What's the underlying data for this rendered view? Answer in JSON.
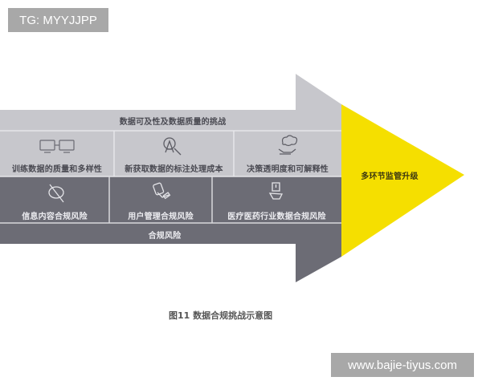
{
  "watermarks": {
    "top_left": "TG: MYYJJPP",
    "bottom_right": "www.bajie-tiyus.com"
  },
  "colors": {
    "light_gray": "#c7c7cc",
    "light_gray_band": "#c2c2c7",
    "dark_gray": "#6c6c75",
    "yellow": "#f5df00",
    "divider": "#e6e6ea"
  },
  "diagram": {
    "top_band": "数据可及性及数据质量的挑战",
    "challenges": [
      {
        "label": "训练数据的质量和多样性",
        "icon": "monitors-icon"
      },
      {
        "label": "新获取数据的标注处理成本",
        "icon": "magnifier-annotation-icon"
      },
      {
        "label": "决策透明度和可解释性",
        "icon": "hand-cloud-icon"
      }
    ],
    "risks": [
      {
        "label": "信息内容合规风险",
        "icon": "no-chat-icon"
      },
      {
        "label": "用户管理合规风险",
        "icon": "hand-phone-icon"
      },
      {
        "label": "医疗医药行业数据合规风险",
        "icon": "medical-alert-icon"
      }
    ],
    "bottom_band": "合规风险",
    "arrow_head": "多环节监管升级"
  },
  "caption": "图11 数据合规挑战示意图"
}
